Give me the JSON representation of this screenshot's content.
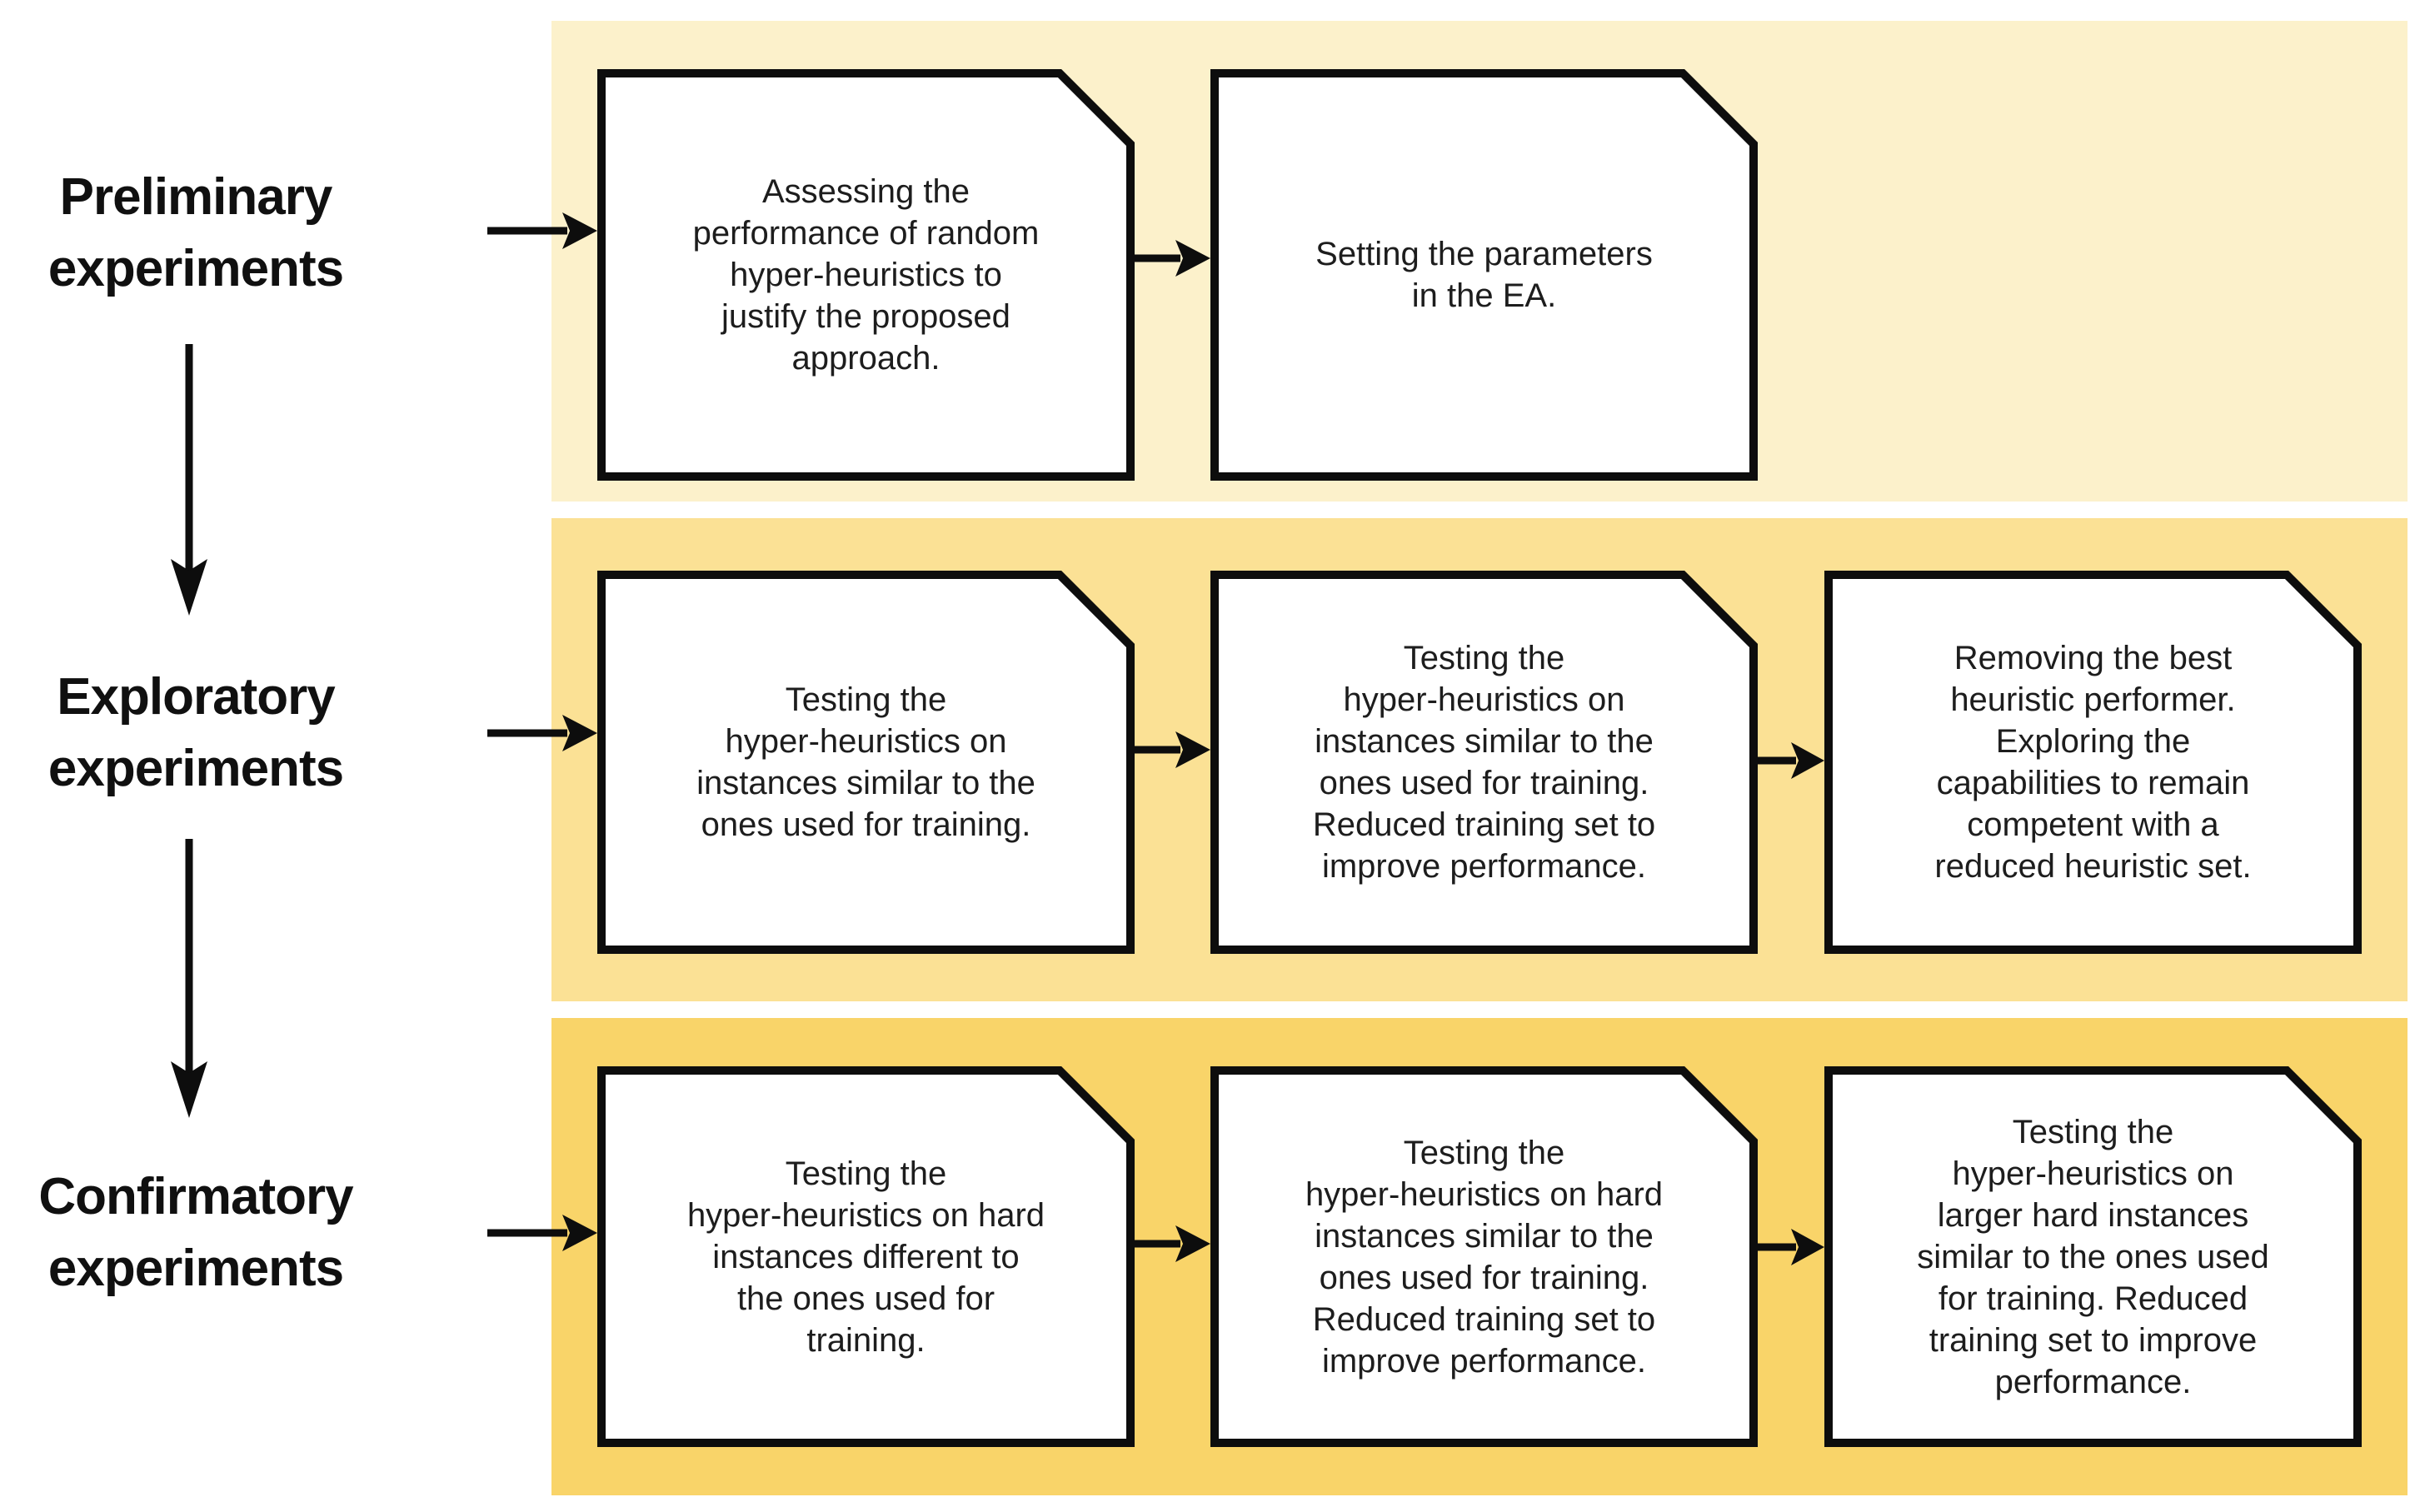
{
  "figure": {
    "stages": [
      {
        "label": "Preliminary\nexperiments",
        "boxes": [
          {
            "text": "Assessing the\nperformance of random\nhyper-heuristics to\njustify the proposed\napproach."
          },
          {
            "text": "Setting the parameters\nin the EA."
          }
        ]
      },
      {
        "label": "Exploratory\nexperiments",
        "boxes": [
          {
            "text": "Testing the\nhyper-heuristics on\ninstances similar to the\nones used for training."
          },
          {
            "text": "Testing the\nhyper-heuristics on\ninstances similar to the\nones used for training.\nReduced training set to\nimprove performance."
          },
          {
            "text": "Removing the best\nheuristic performer.\nExploring the\ncapabilities to remain\ncompetent with a\nreduced heuristic set."
          }
        ]
      },
      {
        "label": "Confirmatory\nexperiments",
        "boxes": [
          {
            "text": "Testing the\nhyper-heuristics on hard\ninstances different to\nthe ones used for\ntraining."
          },
          {
            "text": "Testing the\nhyper-heuristics on hard\ninstances similar to the\nones used for training.\nReduced training set to\nimprove performance."
          },
          {
            "text": "Testing the\nhyper-heuristics on\nlarger hard instances\nsimilar to the ones used\nfor training. Reduced\ntraining set to improve\nperformance."
          }
        ]
      }
    ]
  },
  "colors": {
    "band_preliminary": "#FCF1CB",
    "band_exploratory": "#FBE195",
    "band_confirmatory": "#F9D469",
    "box_fill": "#FFFFFF",
    "outline": "#0D0D0D",
    "label_text": "#101010",
    "box_text": "#1D1D1D"
  }
}
